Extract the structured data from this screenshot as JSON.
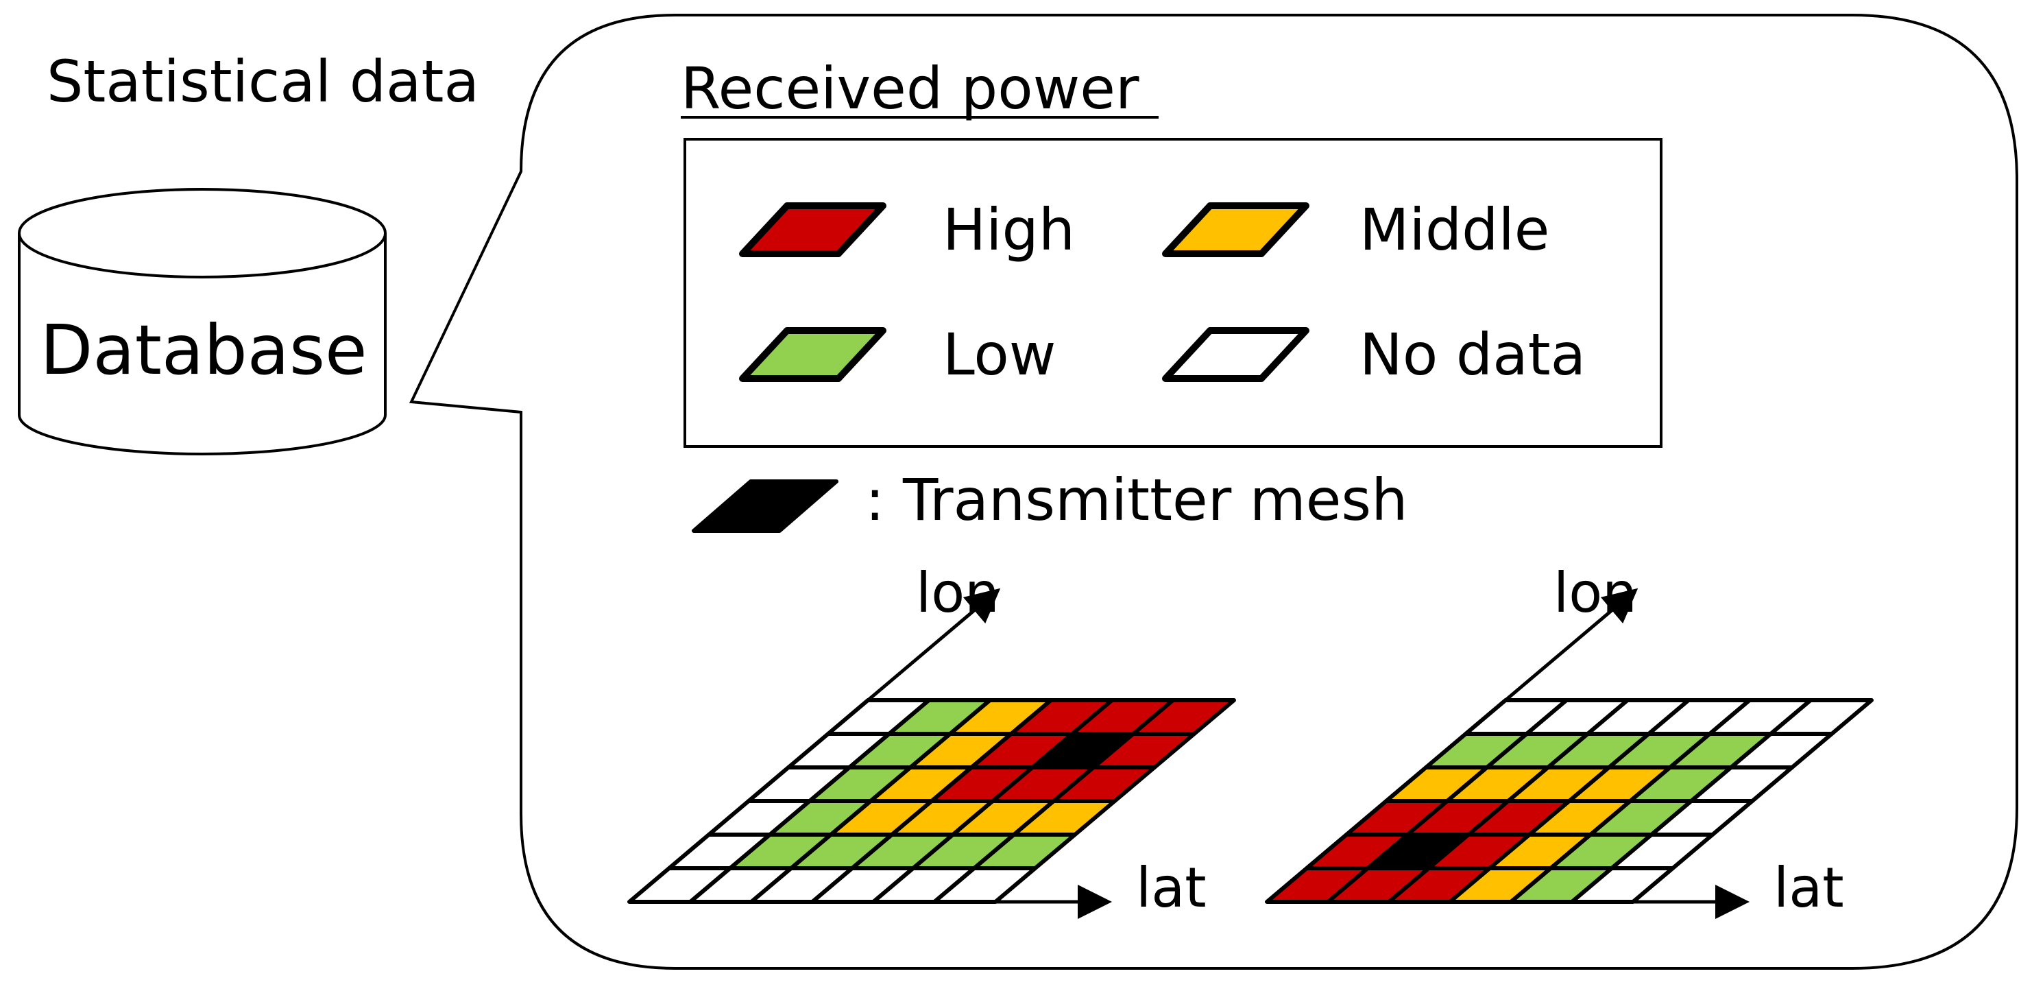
{
  "header": {
    "statistical_data": "Statistical data"
  },
  "database": {
    "label": "Database"
  },
  "panel": {
    "title": "Received power",
    "legend": [
      {
        "key": "H",
        "label": "High",
        "color": "#cc0000"
      },
      {
        "key": "M",
        "label": "Middle",
        "color": "#ffc000"
      },
      {
        "key": "L",
        "label": "Low",
        "color": "#92d050"
      },
      {
        "key": "N",
        "label": "No data",
        "color": "#ffffff"
      }
    ],
    "transmitter": {
      "label": ": Transmitter mesh",
      "color": "#000000"
    }
  },
  "colors": {
    "H": "#cc0000",
    "M": "#ffc000",
    "L": "#92d050",
    "N": "#ffffff",
    "T": "#000000"
  },
  "maps": [
    {
      "lon_label": "lon",
      "lat_label": "lat",
      "rows": [
        "NLMHHH",
        "NLMHTH",
        "NLMHHH",
        "NLMMMM",
        "NLLLLL",
        "NNNNNN"
      ]
    },
    {
      "lon_label": "lon",
      "lat_label": "lat",
      "rows": [
        "NNNNNN",
        "LLLLLN",
        "MMMMLN",
        "HHHMLN",
        "HTHMLN",
        "HHHMLN"
      ]
    }
  ]
}
